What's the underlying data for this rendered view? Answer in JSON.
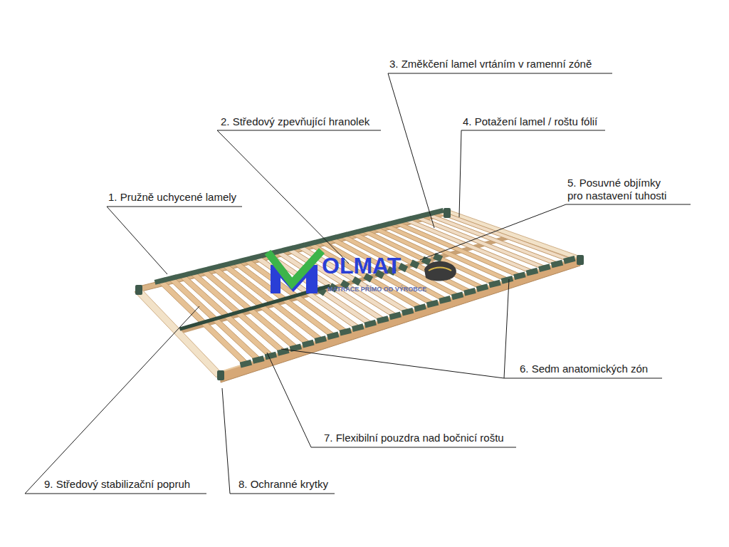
{
  "diagram": {
    "labels": [
      "1. Pružně uchycené lamely",
      "2. Středový zpevňující hranolek",
      "3. Změkčení lamel vrtáním v ramenní zóně",
      "4. Potažení lamel / roštu fólií",
      "5. Posuvné objímky pro nastavení tuhosti",
      "6. Sedm anatomických zón",
      "7. Flexibilní pouzdra nad bočnicí roštu",
      "8. Ochranné krytky",
      "9. Středový stabilizační popruh",
      "OLMAT",
      "MATRACE PŘÍMO OD VÝROBCE"
    ]
  }
}
